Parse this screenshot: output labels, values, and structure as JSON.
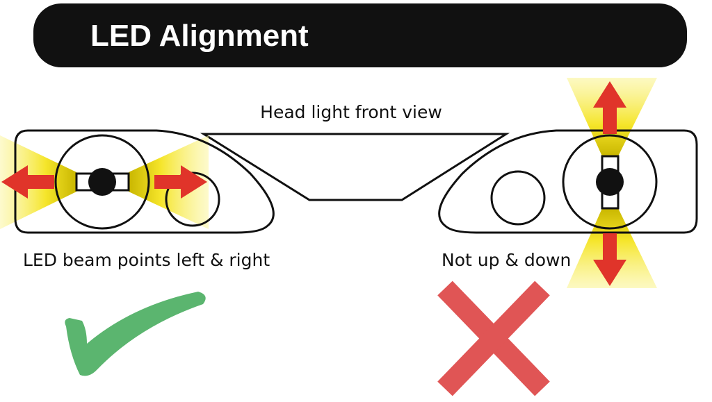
{
  "title": "LED Alignment",
  "caption_top": "Head light front view",
  "caption_left": "LED beam points left & right",
  "caption_right": "Not up & down",
  "colors": {
    "check": "#5bb56f",
    "cross": "#e05555",
    "arrow": "#e0342a",
    "beam": "#f5e52a",
    "bar": "#111111"
  },
  "icons": {
    "correct": "check-icon",
    "wrong": "cross-icon"
  }
}
